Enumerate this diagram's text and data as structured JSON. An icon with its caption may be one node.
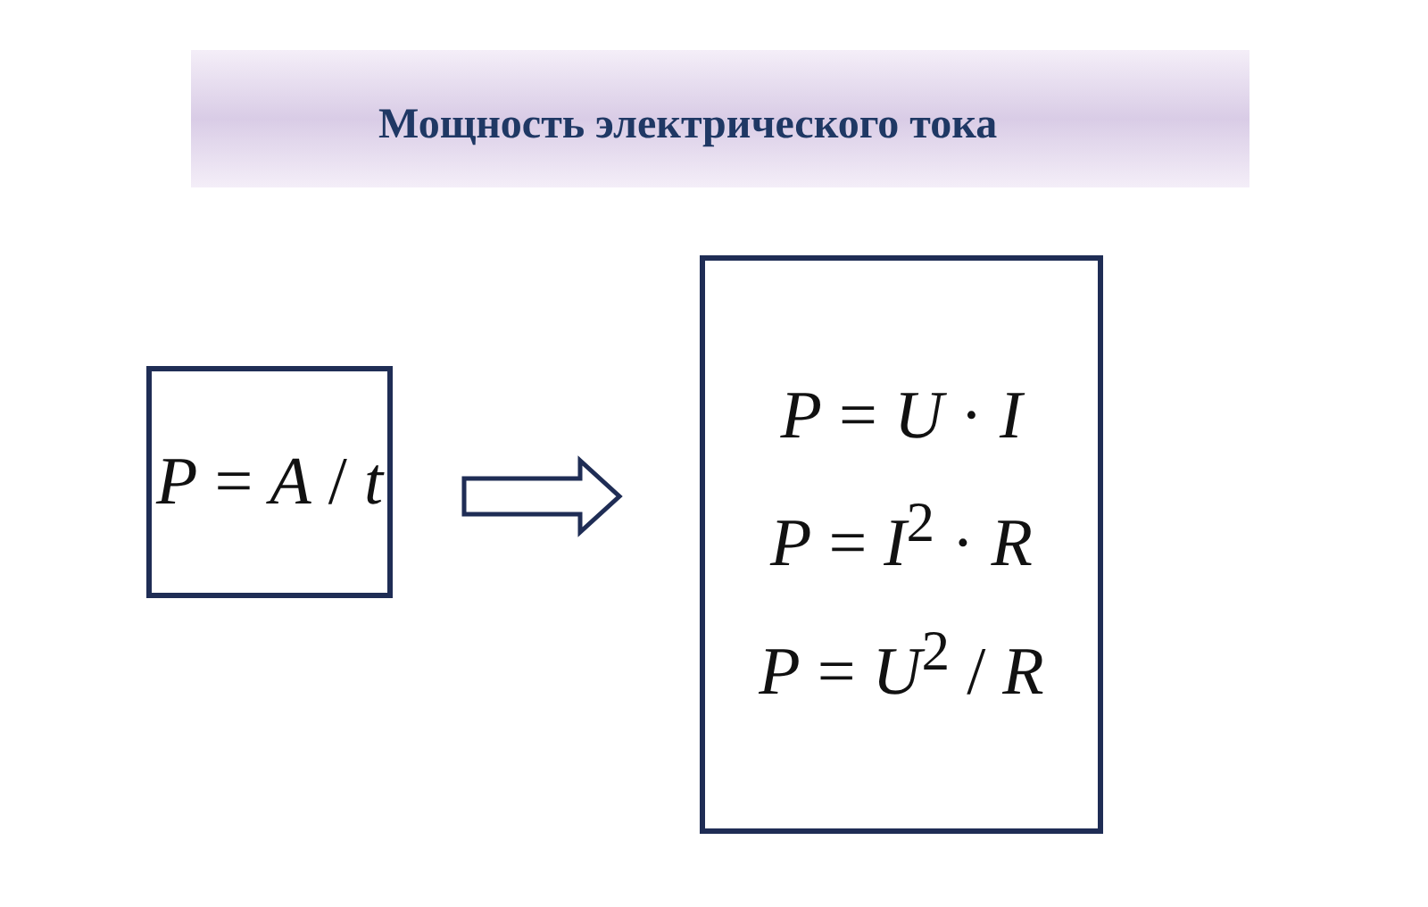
{
  "diagram": {
    "title": "Мощность электрического тока",
    "nodes": [
      {
        "text": [
          "*P* = *A* / *t*"
        ]
      },
      {
        "text": [
          "*P* = *U* · *I*",
          "*P* = *I*$^{2}$ · *R*",
          "*P* = *U*$^{2}$ / *R*"
        ]
      }
    ],
    "edges": [
      {
        "from": 0,
        "to": 1,
        "arrow": "to"
      }
    ]
  }
}
